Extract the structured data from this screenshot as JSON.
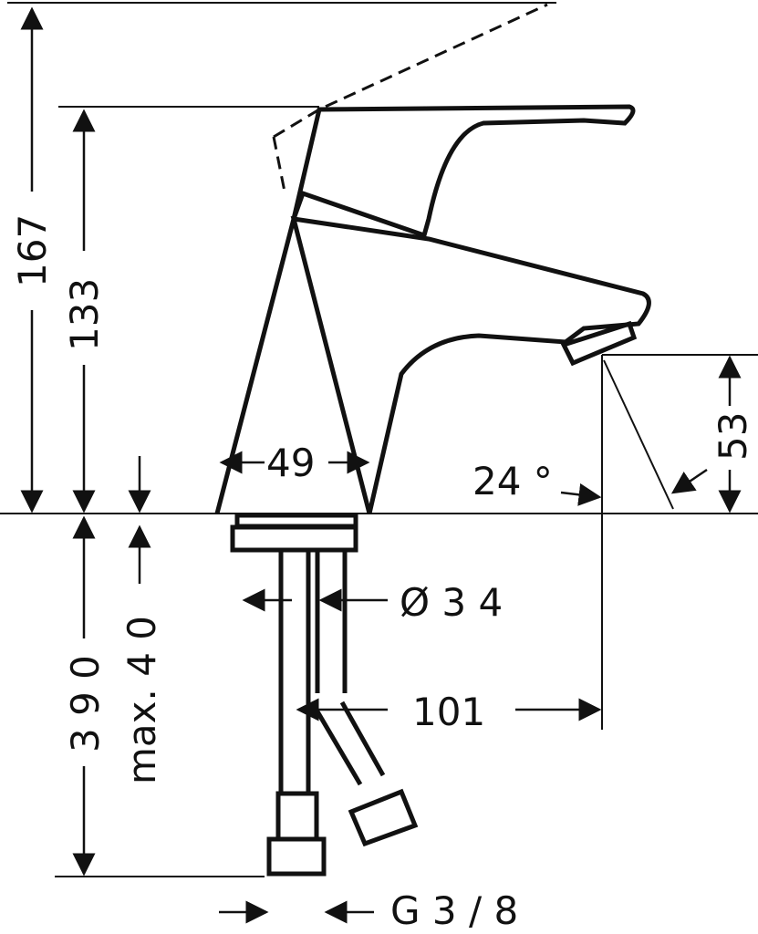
{
  "diagram": {
    "subject": "single-lever basin faucet technical drawing",
    "dimensions": {
      "total_height_lever_open": "167",
      "body_height": "133",
      "spout_outlet_height": "53",
      "base_width": "49",
      "spray_angle": "24 °",
      "base_diameter": "Ø 3 4",
      "spout_reach": "101",
      "hose_length": "3 9 0",
      "max_deck_thickness": "max. 4 0",
      "connection_thread": "G 3 / 8"
    },
    "colors": {
      "line": "#111111",
      "background": "#ffffff"
    }
  }
}
